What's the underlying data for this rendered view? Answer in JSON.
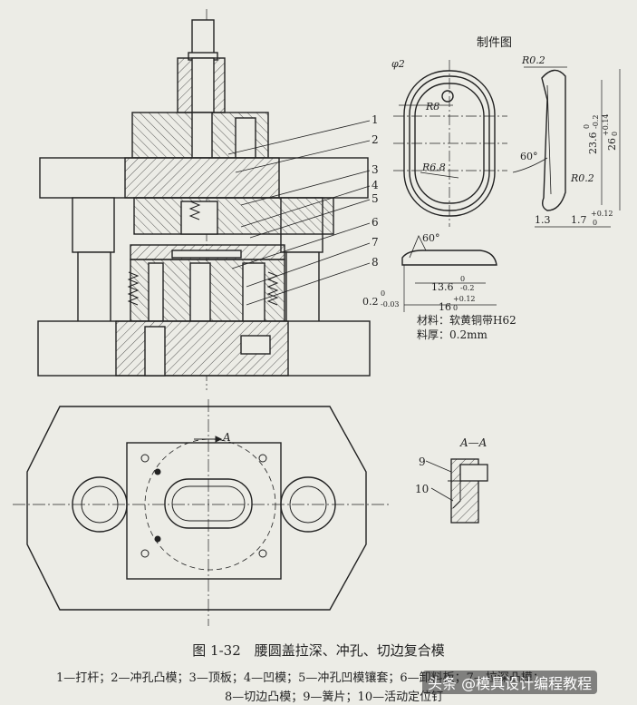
{
  "part_drawing": {
    "title": "制件图",
    "dim_phi2": "φ2",
    "dim_r8": "R8",
    "dim_r6_8": "R6.8",
    "dim_r0_2_top": "R0.2",
    "dim_r0_2_bottom": "R0.2",
    "dim_60_side": "60°",
    "dim_60_section": "60°",
    "dim_23_6": "23.6",
    "tol_23_6_upper": "0",
    "tol_23_6_lower": "-0.2",
    "dim_26": "26",
    "tol_26_upper": "+0.14",
    "tol_26_lower": "0",
    "dim_1_3": "1.3",
    "dim_1_7": "1.7",
    "tol_1_7_upper": "+0.12",
    "tol_1_7_lower": "0",
    "dim_13_6": "13.6",
    "tol_13_6_upper": "0",
    "tol_13_6_lower": "-0.2",
    "dim_16": "16",
    "tol_16_upper": "+0.12",
    "tol_16_lower": "0",
    "dim_0_2": "0.2",
    "tol_0_2_upper": "0",
    "tol_0_2_lower": "-0.03",
    "material": "材料：软黄铜带H62",
    "thickness": "料厚：0.2mm"
  },
  "callouts": [
    "1",
    "2",
    "3",
    "4",
    "5",
    "6",
    "7",
    "8"
  ],
  "plan_view": {
    "section_mark": "A"
  },
  "section_view": {
    "title": "A—A",
    "callout_9": "9",
    "callout_10": "10"
  },
  "caption": "图 1-32　腰圆盖拉深、冲孔、切边复合模",
  "legend_line1": "1—打杆；2—冲孔凸模；3—顶板；4—凹模；5—冲孔凹模镶套；6—卸料板；7—拉深凸模；",
  "legend_line2": "8—切边凸模；9—簧片；10—活动定位钉",
  "watermark": "头条 @模具设计编程教程"
}
